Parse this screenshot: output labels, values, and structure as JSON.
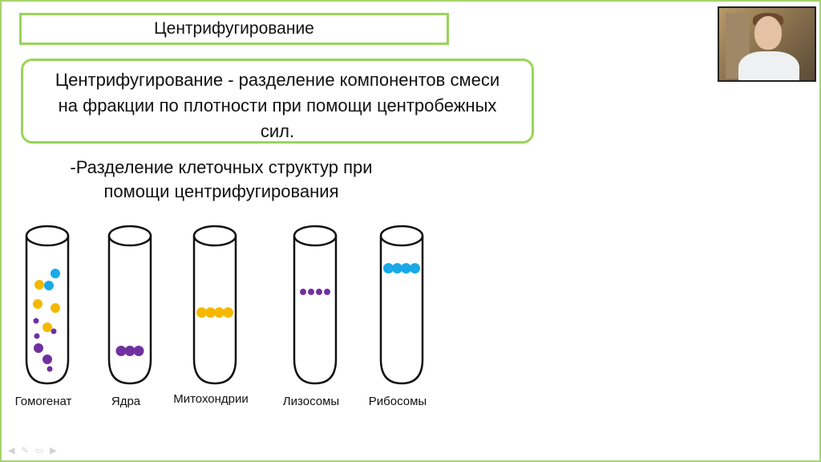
{
  "slide": {
    "title": "Центрифугирование",
    "definition_line1": "Центрифугирование - разделение компонентов смеси",
    "definition_line2": "на фракции по плотности при помощи центробежных",
    "definition_line3": "сил.",
    "subheading_line1": "-Разделение клеточных структур при",
    "subheading_line2": "помощи центрифугирования"
  },
  "colors": {
    "frame_green": "#9ad45a",
    "purple": "#7030a0",
    "yellow": "#f5b800",
    "blue": "#19a9e6"
  },
  "tubes": [
    {
      "label": "Гомогенат",
      "particles": [
        {
          "color": "blue",
          "size": "large"
        },
        {
          "color": "yellow",
          "size": "large"
        },
        {
          "color": "blue",
          "size": "large"
        },
        {
          "color": "yellow",
          "size": "large"
        },
        {
          "color": "yellow",
          "size": "large"
        },
        {
          "color": "purple",
          "size": "small"
        },
        {
          "color": "yellow",
          "size": "large"
        },
        {
          "color": "purple",
          "size": "small"
        },
        {
          "color": "purple",
          "size": "small"
        },
        {
          "color": "purple",
          "size": "large"
        },
        {
          "color": "purple",
          "size": "large"
        },
        {
          "color": "purple",
          "size": "small"
        }
      ]
    },
    {
      "label": "Ядра",
      "band": {
        "color": "purple",
        "count": 3,
        "level": 0.78
      }
    },
    {
      "label": "Митохондрии",
      "band": {
        "color": "yellow",
        "count": 4,
        "level": 0.52
      }
    },
    {
      "label": "Лизосомы",
      "band": {
        "color": "purple",
        "count": 4,
        "level": 0.38,
        "small": true
      }
    },
    {
      "label": "Рибосомы",
      "band": {
        "color": "blue",
        "count": 4,
        "level": 0.22
      }
    }
  ],
  "webcam": {
    "icon": "presenter-video-icon"
  },
  "footer_icons": [
    "back-arrow-icon",
    "pen-icon",
    "slides-icon",
    "forward-arrow-icon"
  ]
}
